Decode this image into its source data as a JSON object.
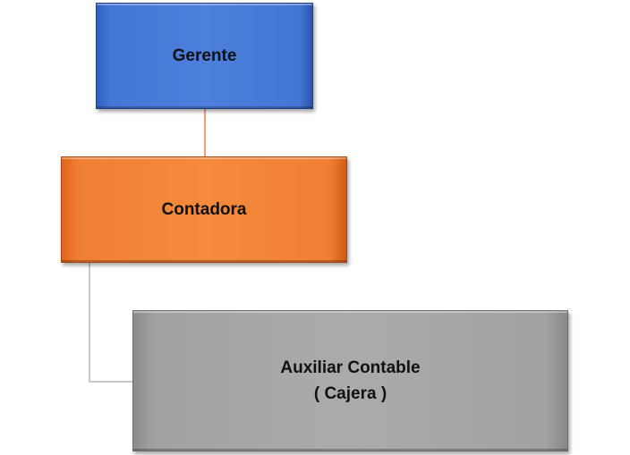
{
  "diagram": {
    "nodes": {
      "gerente": {
        "label": "Gerente",
        "color": "#4d80dd"
      },
      "contadora": {
        "label": "Contadora",
        "color": "#f48a3c"
      },
      "auxiliar": {
        "label_line1": "Auxiliar Contable",
        "label_line2": "( Cajera )",
        "color": "#ababab"
      }
    },
    "edges": [
      {
        "from": "gerente",
        "to": "contadora",
        "color": "#f0a070"
      },
      {
        "from": "contadora",
        "to": "auxiliar",
        "color": "#c8c8c8"
      }
    ]
  }
}
